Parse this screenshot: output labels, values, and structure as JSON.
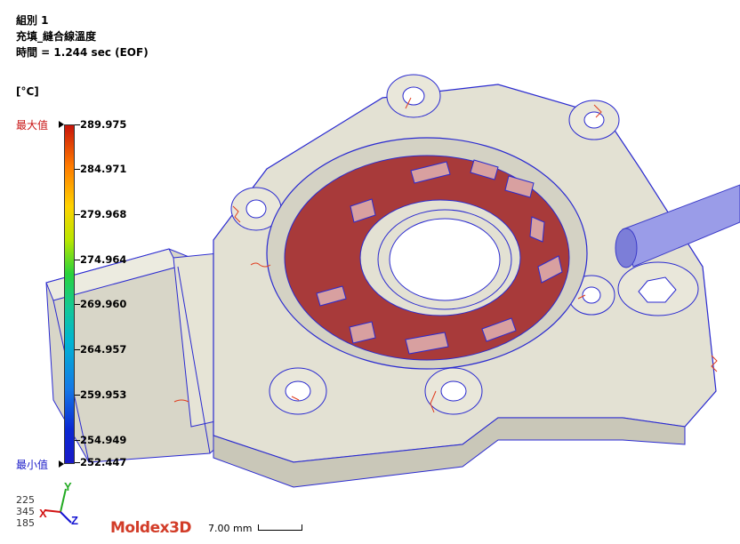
{
  "header": {
    "group": "組別 1",
    "result": "充填_縫合線溫度",
    "time": "時間 = 1.244 sec (EOF)"
  },
  "legend": {
    "unit": "[°C]",
    "max_label": "最大值",
    "min_label": "最小值",
    "ticks": [
      "289.975",
      "284.971",
      "279.968",
      "274.964",
      "269.960",
      "264.957",
      "259.953",
      "254.949",
      "252.447"
    ],
    "colors": {
      "max": "#c8140a",
      "min": "#1a1ac8"
    }
  },
  "axis": {
    "values": [
      "225",
      "345",
      "185"
    ],
    "x": "X",
    "y": "Y",
    "z": "Z"
  },
  "branding": {
    "logo": "Moldex3D"
  },
  "scale": {
    "label": "7.00 mm"
  }
}
